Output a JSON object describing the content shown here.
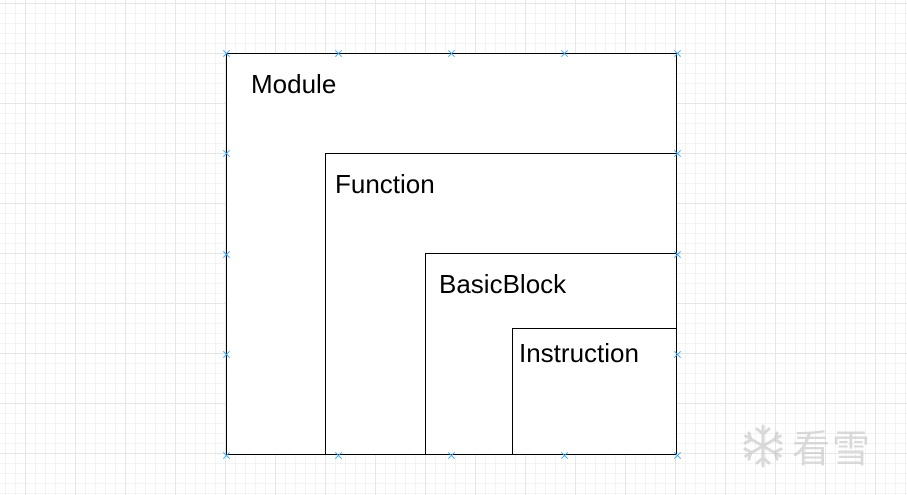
{
  "diagram": {
    "boxes": {
      "module": {
        "label": "Module"
      },
      "function": {
        "label": "Function"
      },
      "basicblock": {
        "label": "BasicBlock"
      },
      "instruction": {
        "label": "Instruction"
      }
    }
  },
  "watermark": {
    "text": "看雪",
    "icon": "snowflake-icon"
  },
  "colors": {
    "grid": "#e6e6e6",
    "box_border": "#000000",
    "handle": "#3fa9f5",
    "watermark": "#bdbdbd"
  }
}
